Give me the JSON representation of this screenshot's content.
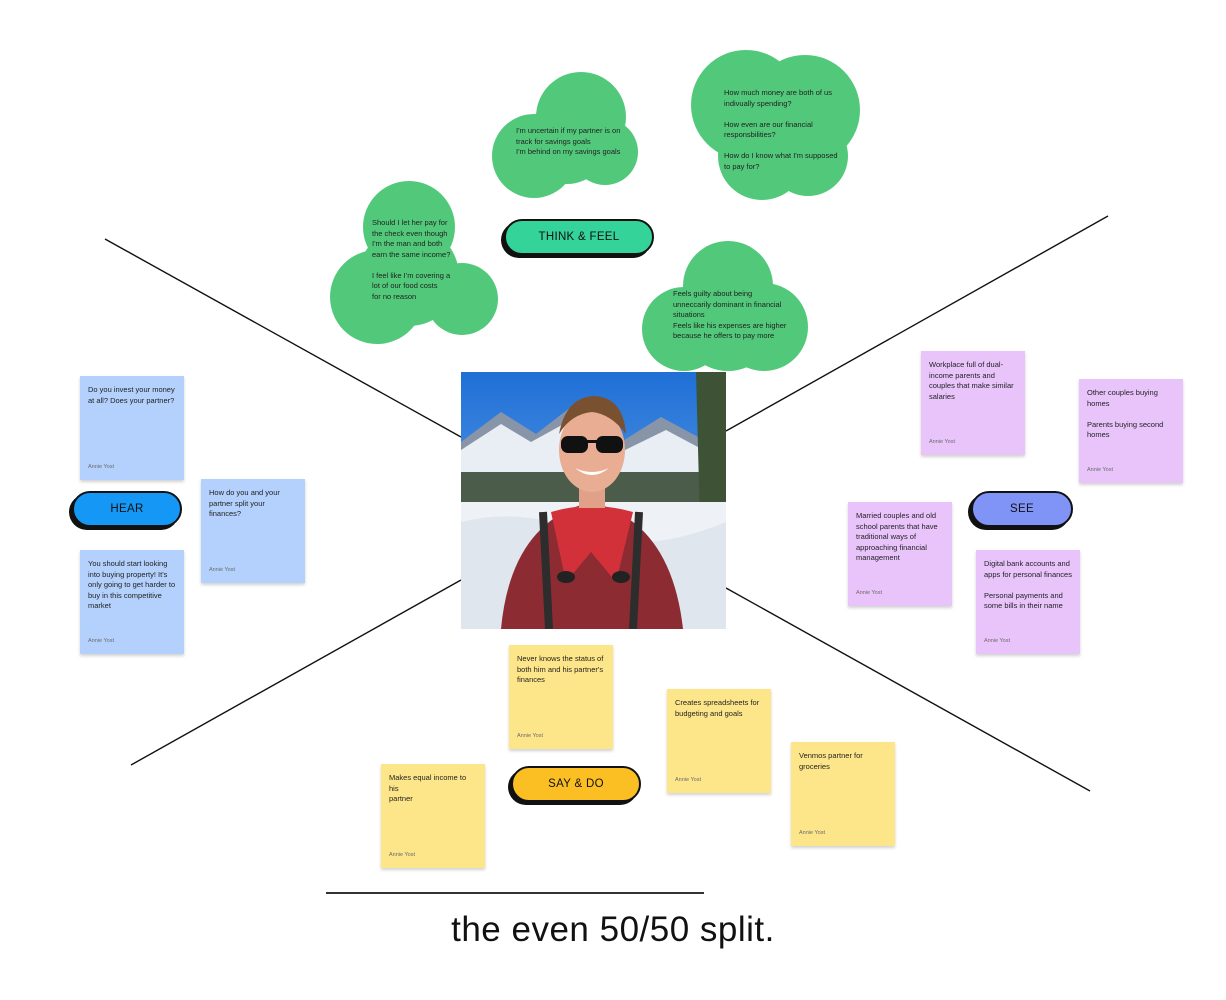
{
  "caption": "the even 50/50 split.",
  "quadrants": {
    "think_feel": {
      "label": "THINK & FEEL",
      "color": "#34d399",
      "clouds": [
        {
          "text": "Should I let her pay for\nthe check even though\nI'm the man and both\nearn the same income?\n\nI feel like I'm covering a\nlot of our food costs\nfor no reason"
        },
        {
          "text": "I'm uncertain if my partner is on\ntrack for savings goals\nI'm behind on my savings goals"
        },
        {
          "text": "How much money are both of us\nindivually spending?\n\nHow even are our financial\nresponsbilities?\n\nHow do I know what I'm supposed\nto pay for?"
        },
        {
          "text": "Feels guilty about being\nunneccarily dominant in financial\nsituations\nFeels like his expenses are higher\nbecause he offers to pay more"
        }
      ]
    },
    "hear": {
      "label": "HEAR",
      "color": "#1597f5",
      "notes": [
        {
          "text": "Do you invest your money\nat all? Does your partner?",
          "author": "Annie Yost"
        },
        {
          "text": "How do you and your\npartner split your\nfinances?",
          "author": "Annie Yost"
        },
        {
          "text": "You should start looking\ninto buying property! It's\nonly going to get harder to\nbuy in this competitive\nmarket",
          "author": "Annie Yost"
        }
      ]
    },
    "see": {
      "label": "SEE",
      "color": "#8093f7",
      "notes": [
        {
          "text": "Workplace full of dual-\nincome parents and\ncouples that make similar\nsalaries",
          "author": "Annie Yost"
        },
        {
          "text": "Other couples buying\nhomes\n\nParents buying second\nhomes",
          "author": "Annie Yost"
        },
        {
          "text": "Married couples and old\nschool parents that have\ntraditional ways of\napproaching financial\nmanagement",
          "author": "Annie Yost"
        },
        {
          "text": "Digital bank accounts and\napps for personal finances\n\nPersonal payments and\nsome bills in their name",
          "author": "Annie Yost"
        }
      ]
    },
    "say_do": {
      "label": "SAY & DO",
      "color": "#fbbf24",
      "notes": [
        {
          "text": "Never knows the status of\nboth him and his partner's\nfinances",
          "author": "Annie Yost"
        },
        {
          "text": "Creates spreadsheets for\nbudgeting and goals",
          "author": "Annie Yost"
        },
        {
          "text": "Venmos partner for\ngroceries",
          "author": "Annie Yost"
        },
        {
          "text": "Makes equal income to his\npartner",
          "author": "Annie Yost"
        }
      ]
    }
  }
}
